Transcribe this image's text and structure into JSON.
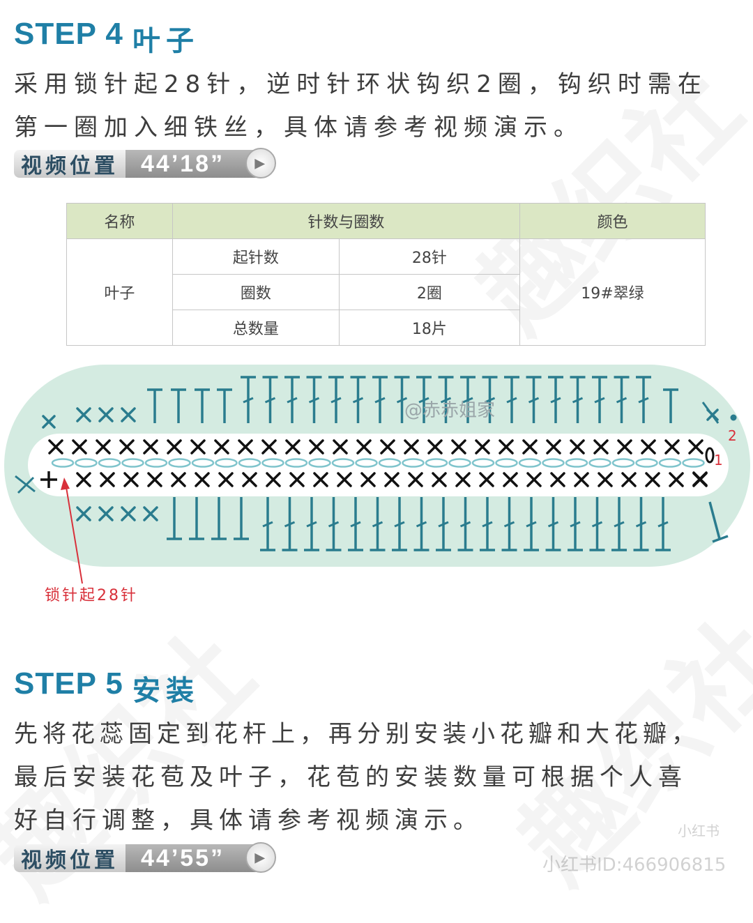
{
  "step4": {
    "label": "STEP 4",
    "name": "叶子",
    "line1": "采用锁针起28针，逆时针环状钩织2圈，钩织时需在",
    "line2": "第一圈加入细铁丝，具体请参考视频演示。",
    "video_label": "视频位置",
    "video_time": "44’18”"
  },
  "table": {
    "headers": [
      "名称",
      "针数与圈数",
      "颜色"
    ],
    "item": "叶子",
    "rows": [
      {
        "label": "起针数",
        "value": "28针"
      },
      {
        "label": "圈数",
        "value": "2圈"
      },
      {
        "label": "总数量",
        "value": "18片"
      }
    ],
    "color": "19#翠绿"
  },
  "diagram": {
    "watermark": "@赤赤姐家",
    "chain_label": "锁针起28针",
    "round1": "1",
    "round2": "2",
    "colors": {
      "pale_green": "#d4ebe1",
      "stitch": "#2a7c8e",
      "chain": "#7fc4cc",
      "arrow": "#d8303a"
    }
  },
  "step5": {
    "label": "STEP 5",
    "name": "安装",
    "line1": "先将花蕊固定到花杆上，再分别安装小花瓣和大花瓣，",
    "line2": "最后安装花苞及叶子，花苞的安装数量可根据个人喜",
    "line3": "好自行调整，具体请参考视频演示。",
    "video_label": "视频位置",
    "video_time": "44’55”"
  },
  "footer": {
    "app_mark": "小红书",
    "user_id": "小红书ID:4669068​15"
  },
  "page_watermark": "趣织社"
}
